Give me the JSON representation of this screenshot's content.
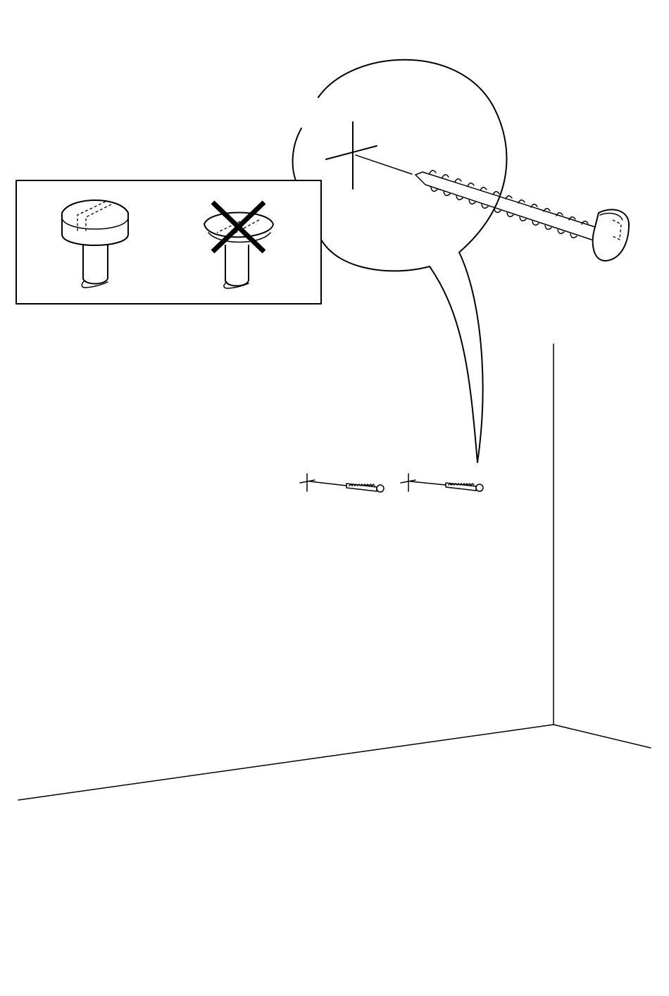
{
  "diagram": {
    "type": "assembly-instruction",
    "panels": [
      {
        "name": "screw-head-comparison",
        "items": [
          {
            "name": "correct-screw-head",
            "status": "correct"
          },
          {
            "name": "wrong-screw-head",
            "status": "wrong",
            "mark": "cross"
          }
        ]
      },
      {
        "name": "magnified-callout",
        "content": "screw-at-marked-point"
      },
      {
        "name": "wall-corner-scene",
        "screws": 2,
        "marks": 2
      }
    ],
    "colors": {
      "line": "#000000",
      "background": "#ffffff",
      "cross": "#000000"
    }
  }
}
